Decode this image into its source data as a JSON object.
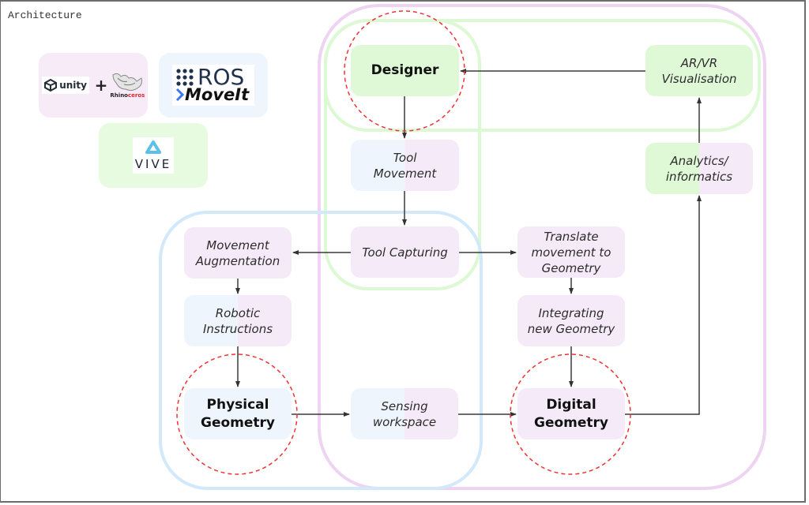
{
  "page": {
    "title": "Architecture"
  },
  "logos": {
    "unity_rhino": {
      "unity": "unity",
      "plus": "+",
      "rhino_a": "Rhino",
      "rhino_b": "ceros"
    },
    "ros_moveit": {
      "ros": "ROS",
      "moveit": "MoveIt"
    },
    "vive": {
      "label": "VIVE"
    }
  },
  "groups": [
    {
      "id": "pink",
      "color": "#efd3f2"
    },
    {
      "id": "green",
      "color": "#dcf9d3"
    },
    {
      "id": "blue",
      "color": "#d2e8fb"
    }
  ],
  "nodes": {
    "designer": "Designer",
    "tool_movement": [
      "Tool",
      "Movement"
    ],
    "tool_capturing": "Tool Capturing",
    "movement_augmentation": [
      "Movement",
      "Augmentation"
    ],
    "robotic_instructions": [
      "Robotic",
      "Instructions"
    ],
    "physical_geometry": [
      "Physical",
      "Geometry"
    ],
    "sensing_workspace": [
      "Sensing",
      "workspace"
    ],
    "translate_movement": [
      "Translate",
      "movement to",
      "Geometry"
    ],
    "integrating_geometry": [
      "Integrating",
      "new Geometry"
    ],
    "digital_geometry": [
      "Digital",
      "Geometry"
    ],
    "analytics": [
      "Analytics/",
      "informatics"
    ],
    "arvr": [
      "AR/VR",
      "Visualisation"
    ]
  },
  "edges": [
    [
      "designer",
      "tool_movement"
    ],
    [
      "tool_movement",
      "tool_capturing"
    ],
    [
      "tool_capturing",
      "movement_augmentation"
    ],
    [
      "tool_capturing",
      "translate_movement"
    ],
    [
      "movement_augmentation",
      "robotic_instructions"
    ],
    [
      "robotic_instructions",
      "physical_geometry"
    ],
    [
      "physical_geometry",
      "sensing_workspace"
    ],
    [
      "sensing_workspace",
      "digital_geometry"
    ],
    [
      "translate_movement",
      "integrating_geometry"
    ],
    [
      "integrating_geometry",
      "digital_geometry"
    ],
    [
      "digital_geometry",
      "analytics"
    ],
    [
      "analytics",
      "arvr"
    ],
    [
      "arvr",
      "designer"
    ]
  ],
  "highlight_color": "#ee3333"
}
